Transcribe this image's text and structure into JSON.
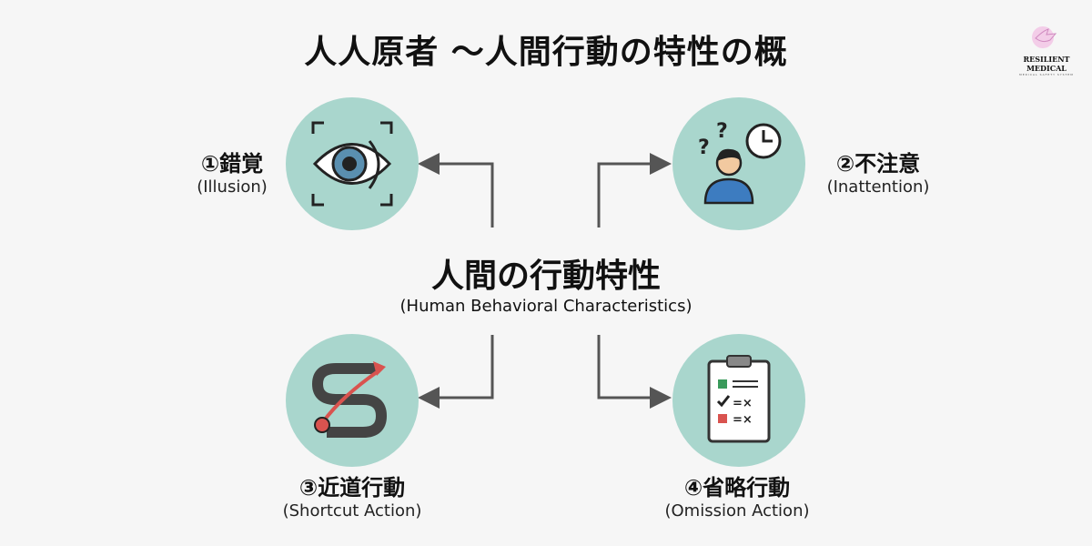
{
  "title": "人人原者 〜人間行動の特性の概",
  "logo": {
    "name": "RESILIENT MEDICAL",
    "subtitle": "MEDICAL SAFETY SYSTEM"
  },
  "center": {
    "jp": "人間の行動特性",
    "en": "(Human Behavioral Characteristics)"
  },
  "items": [
    {
      "jp": "①錯覚",
      "en": "(Illusion)",
      "icon": "eye-icon"
    },
    {
      "jp": "②不注意",
      "en": "(Inattention)",
      "icon": "confused-person-clock-icon"
    },
    {
      "jp": "③近道行動",
      "en": "(Shortcut Action)",
      "icon": "shortcut-path-icon"
    },
    {
      "jp": "④省略行動",
      "en": "(Omission Action)",
      "icon": "checklist-icon"
    }
  ],
  "colors": {
    "circle": "#a9d6cd",
    "arrow": "#555555",
    "accent_red": "#d9534f",
    "accent_green": "#3a9a5b"
  }
}
